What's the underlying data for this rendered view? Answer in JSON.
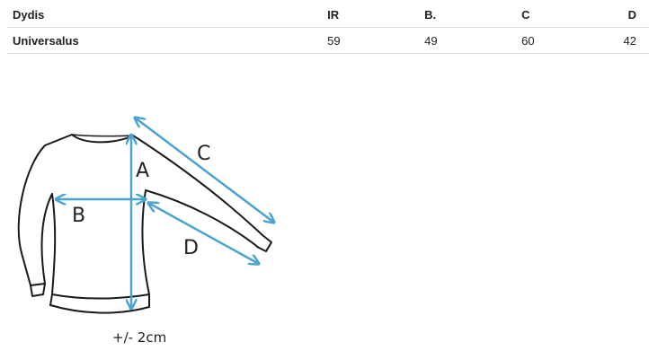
{
  "table": {
    "headers": [
      "Dydis",
      "IR",
      "B.",
      "C",
      "D"
    ],
    "rows": [
      {
        "size": "Universalus",
        "ir": "59",
        "b": "49",
        "c": "60",
        "d": "42"
      }
    ]
  },
  "diagram": {
    "labels": {
      "a": "A",
      "b": "B",
      "c": "C",
      "d": "D"
    },
    "tolerance": "+/- 2cm",
    "colors": {
      "outline": "#1a1a1a",
      "measure": "#4ba3cf"
    }
  }
}
